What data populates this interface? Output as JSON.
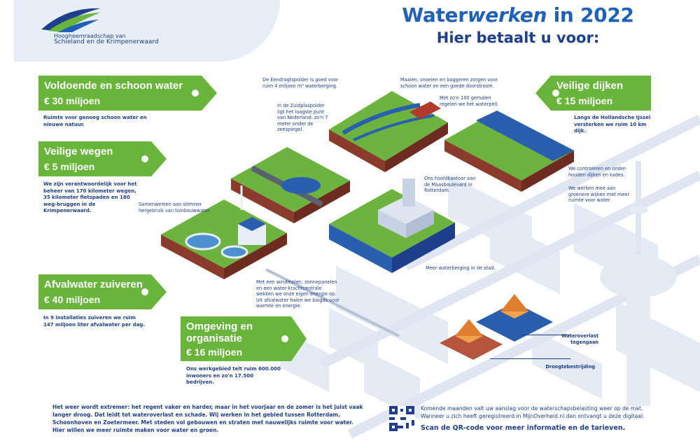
{
  "logo": {
    "line1": "Hoogheemraadschap van",
    "line2": "Schieland en de Krimpenerwaard"
  },
  "header": {
    "title_plain": "Water",
    "title_italic": "werken",
    "title_year": " in 2022",
    "subtitle": "Hier betaalt u voor:"
  },
  "tags": {
    "water": {
      "title": "Voldoende en schoon water",
      "amount": "€ 30 miljoen",
      "desc": "Ruimte voor genoeg schoon water en nieuwe natuur."
    },
    "wegen": {
      "title": "Veilige wegen",
      "amount": "€ 5 miljoen",
      "desc": "We zijn verantwoordelijk voor het beheer van 170 kilometer wegen, 35 kilometer fietspaden en 180 weg-bruggen in de Krimpenerwaard."
    },
    "afvalwater": {
      "title": "Afvalwater zuiveren",
      "amount": "€ 40 miljoen",
      "desc": "In 9 installaties zuiveren we ruim 147 miljoen liter afvalwater per dag."
    },
    "omgeving": {
      "title1": "Omgeving en",
      "title2": "organisatie",
      "amount": "€ 16 miljoen",
      "desc": "Ons werkgebied telt ruim 600.000 inwoners en zo'n 17.500 bedrijven."
    },
    "dijken": {
      "title": "Veilige dijken",
      "amount": "€ 15 miljoen",
      "desc": "Langs de Hollandsche IJssel versterken we ruim 10 km dijk."
    }
  },
  "notes": {
    "eendragt": "De Eendragtspolder is goed voor ruim 4 miljoen m³ waterberging.",
    "zuidplas": "In de Zuidplaspolder ligt het laagste punt van Nederland: zo'n 7 meter onder de zeespiegel.",
    "maaien": "Maaien, snoeien en baggeren zorgen voor schoon water en een goede doorstroom.",
    "gemalen": "Met zo'n 100 gemalen regelen we het waterpeil.",
    "kades": "We controleren en onder-houden dijken en kades.",
    "groener": "We werken mee aan groenere wijken met meer ruimte voor water.",
    "kantoor": "Ons hoofdkantoor aan de Maasboulevard in Rotterdam.",
    "tuinbouw": "Samenwerken aan slimmer hergebruik van tuinbouwwater.",
    "windmolen": "Met een windmolen, zonnepanelen en een water-krachtcentrale wekken we onze eigen energie op. Uit afvalwater halen we biogas voor warmte en energie.",
    "waterberging": "Meer waterberging in de stad.",
    "overlast": "Wateroverlast tegengaan",
    "droogte": "Droogtebestrijding"
  },
  "footer": {
    "text": "Het weer wordt extremer: het regent vaker en harder, maar in het voorjaar en de zomer is het juist vaak langer droog. Dat leidt tot wateroverlast en schade. Wij werken in het gebied tussen Rotterdam, Schoonhoven en Zoetermeer. Met steden vol gebouwen en straten met nauwelijks ruimte voor water. Hier willen we meer ruimte maken voor water en groen.",
    "qr_text": "Komende maanden valt uw aanslag voor de waterschapsbelasting weer op de mat. Wanneer u zich heeft geregistreerd in MijnOverheid.nl dan ontvangt u deze digitaal.",
    "qr_cta": "Scan de QR-code voor meer informatie en de tarieven."
  },
  "colors": {
    "green": "#69b43a",
    "navy": "#1d3f8c",
    "blue": "#2061b8",
    "water": "#2a5fb0"
  }
}
